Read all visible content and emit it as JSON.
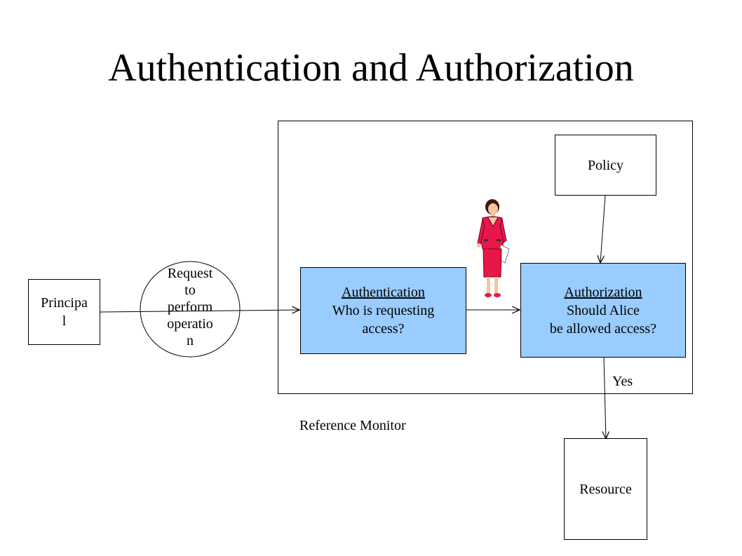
{
  "title": "Authentication and Authorization",
  "principal": "Principa\nl",
  "request": "Request\nto\nperform\noperatio\nn",
  "authentication": {
    "heading": "Authentication",
    "line1": "Who is requesting",
    "line2": "access?"
  },
  "authorization": {
    "heading": "Authorization",
    "line1": "Should Alice",
    "line2": "be allowed access?"
  },
  "policy": "Policy",
  "resource": "Resource",
  "yes": "Yes",
  "reference_monitor": "Reference Monitor",
  "colors": {
    "box_fill": "#99ccff",
    "figure_suit": "#e8174a"
  },
  "icons": {
    "figure": "woman-figure-icon"
  }
}
